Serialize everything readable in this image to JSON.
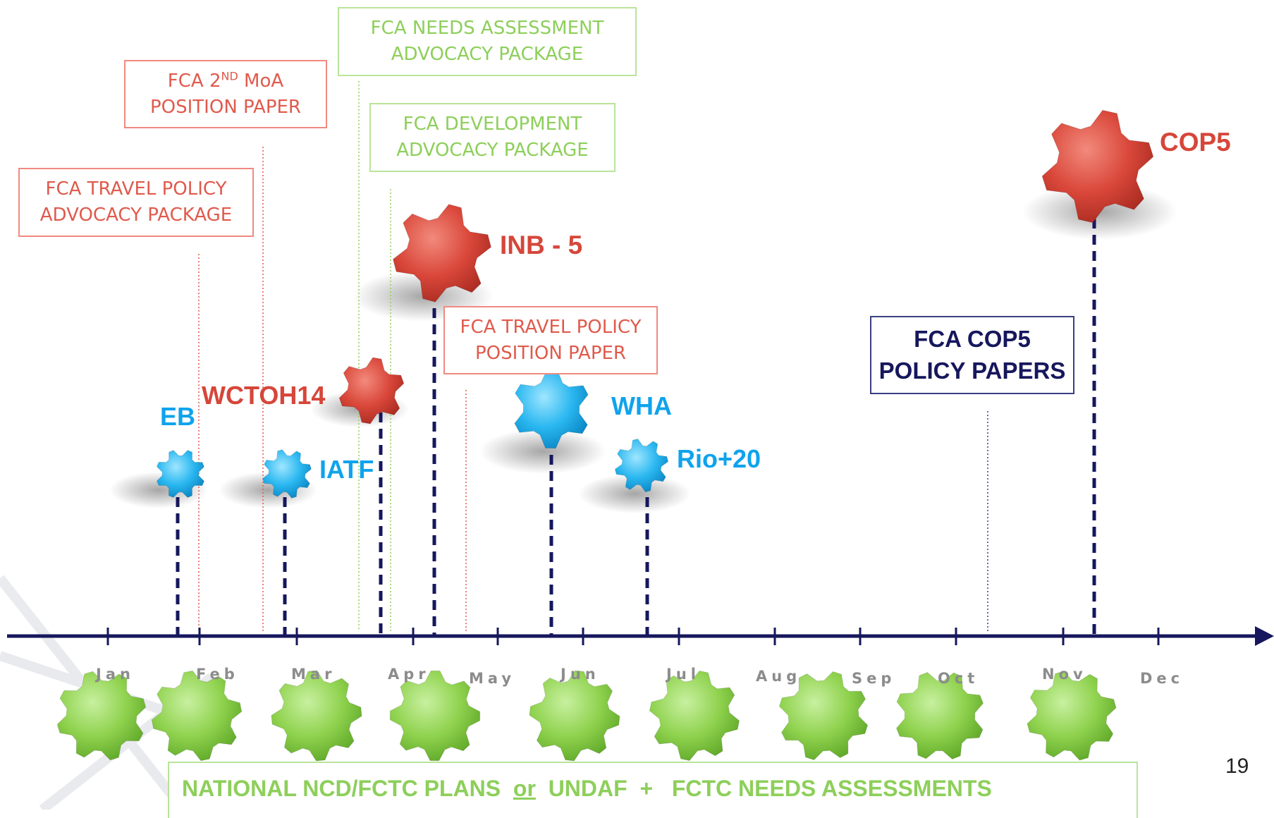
{
  "boxes": {
    "travel_policy_advocacy": {
      "line1": "FCA TRAVEL POLICY",
      "line2": "ADVOCACY PACKAGE"
    },
    "second_moa": {
      "line1_pre": "FCA 2",
      "line1_sup": "ND",
      "line1_post": " MoA",
      "line2": "POSITION PAPER"
    },
    "needs_assessment": {
      "line1": "FCA NEEDS ASSESSMENT",
      "line2": "ADVOCACY PACKAGE"
    },
    "development": {
      "line1": "FCA DEVELOPMENT",
      "line2": "ADVOCACY PACKAGE"
    },
    "travel_policy_position": {
      "line1": "FCA TRAVEL POLICY",
      "line2": "POSITION PAPER"
    },
    "cop5_policy": {
      "line1": "FCA COP5",
      "line2": "POLICY PAPERS"
    }
  },
  "events": {
    "eb": "EB",
    "wctoh14": "WCTOH14",
    "iatf": "IATF",
    "inb5": "INB - 5",
    "wha": "WHA",
    "rio20": "Rio+20",
    "cop5": "COP5"
  },
  "months": [
    "Jan",
    "Feb",
    "Mar",
    "Apr",
    "May",
    "Jun",
    "Jul",
    "Aug",
    "Sep",
    "Oct",
    "Nov",
    "Dec"
  ],
  "banner": {
    "part1": "NATIONAL NCD/FCTC PLANS",
    "part2": "or",
    "part3": "UNDAF  +   FCTC NEEDS ASSESSMENTS"
  },
  "page_number": "19",
  "colors": {
    "red": "#d6463a",
    "blue": "#0fa3ec",
    "green": "#8dcf5a",
    "navy": "#16175c"
  }
}
